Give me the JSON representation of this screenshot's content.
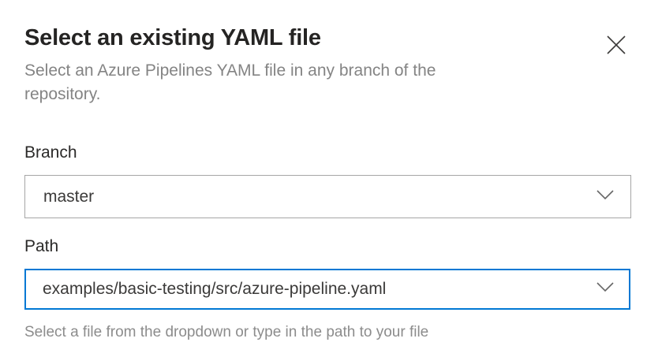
{
  "dialog": {
    "title": "Select an existing YAML file",
    "subtitle": "Select an Azure Pipelines YAML file in any branch of the repository."
  },
  "fields": {
    "branch": {
      "label": "Branch",
      "value": "master"
    },
    "path": {
      "label": "Path",
      "value": "examples/basic-testing/src/azure-pipeline.yaml",
      "helper_text": "Select a file from the dropdown or type in the path to your file"
    }
  },
  "icons": {
    "close": "close-icon",
    "dropdown": "chevron-down-icon"
  },
  "colors": {
    "accent_focus_border": "#0078d4",
    "field_border": "#a6a6a6",
    "text_primary": "#252423",
    "text_secondary": "#848484",
    "helper_text": "#8c8c8c"
  }
}
